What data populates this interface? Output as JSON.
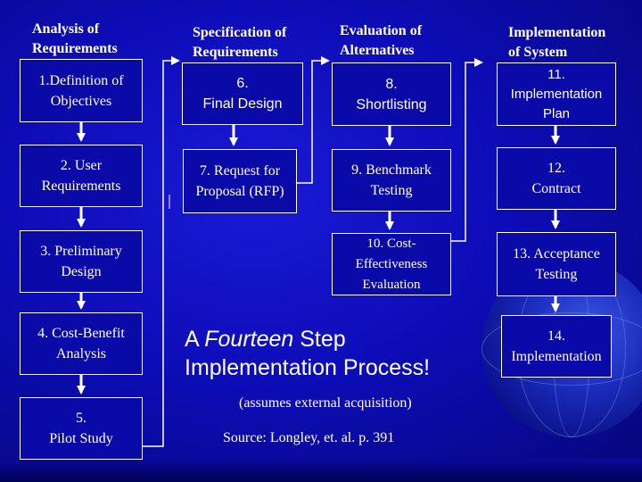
{
  "columns": [
    {
      "heading": "Analysis of\nRequirements"
    },
    {
      "heading": "Specification of\nRequirements"
    },
    {
      "heading": "Evaluation of\nAlternatives"
    },
    {
      "heading": "Implementation\nof System"
    }
  ],
  "steps": [
    {
      "label": "1.Definition of\nObjectives"
    },
    {
      "label": "2. User\nRequirements"
    },
    {
      "label": "3. Preliminary\nDesign"
    },
    {
      "label": "4. Cost-Benefit\nAnalysis"
    },
    {
      "label": "5.\nPilot Study"
    },
    {
      "label": "6.\nFinal Design"
    },
    {
      "label": "7. Request for\nProposal (RFP)"
    },
    {
      "label": "8.\nShortlisting"
    },
    {
      "label": "9. Benchmark\nTesting"
    },
    {
      "label": "10. Cost-\nEffectiveness\nEvaluation"
    },
    {
      "label": "11.\nImplementation\nPlan"
    },
    {
      "label": "12.\nContract"
    },
    {
      "label": "13. Acceptance\nTesting"
    },
    {
      "label": "14.\nImplementation"
    }
  ],
  "title": {
    "prefix": "A ",
    "emphasis": "Fourteen",
    "rest": " Step",
    "line2": "Implementation Process!"
  },
  "note": "(assumes external acquisition)",
  "source": "Source: Longley, et. al. p. 391",
  "colors": {
    "arrow": "#ffffff",
    "box_bg": "#0a0aa8",
    "background": "#0d0db8"
  }
}
